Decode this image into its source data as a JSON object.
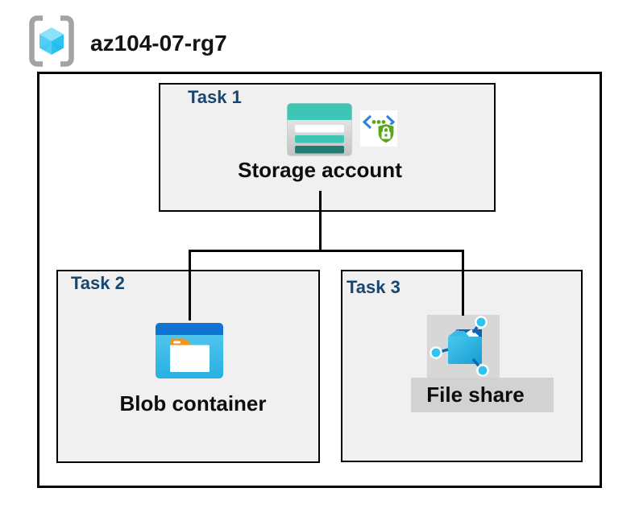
{
  "header": {
    "resource_group": "az104-07-rg7",
    "icon": "resource-group-icon"
  },
  "tasks": [
    {
      "label": "Task 1",
      "resource": "Storage account",
      "icons": [
        "storage-account-icon",
        "secure-access-icon"
      ]
    },
    {
      "label": "Task 2",
      "resource": "Blob container",
      "icons": [
        "blob-container-icon"
      ]
    },
    {
      "label": "Task 3",
      "resource": "File share",
      "icons": [
        "file-share-icon"
      ]
    }
  ],
  "connections": [
    {
      "from": "Storage account",
      "to": "Blob container"
    },
    {
      "from": "Storage account",
      "to": "File share"
    }
  ],
  "colors": {
    "task_label": "#17476f",
    "task_box_fill": "#f0f0f0",
    "border": "#000000",
    "storage_teal": "#3ec6b5",
    "storage_teal_dark": "#217c71",
    "blob_blue_bar": "#1173d2",
    "blob_blue_body": "#3bbdea",
    "folder_orange": "#f5921e",
    "secure_green": "#5aa718",
    "secure_blue": "#2b83d8",
    "fileshare_blue": "#2cc4f1",
    "fileshare_dark_blue": "#0c64b6",
    "highlight_gray": "#d2d2d2",
    "bracket_gray": "#a3a3a3"
  }
}
